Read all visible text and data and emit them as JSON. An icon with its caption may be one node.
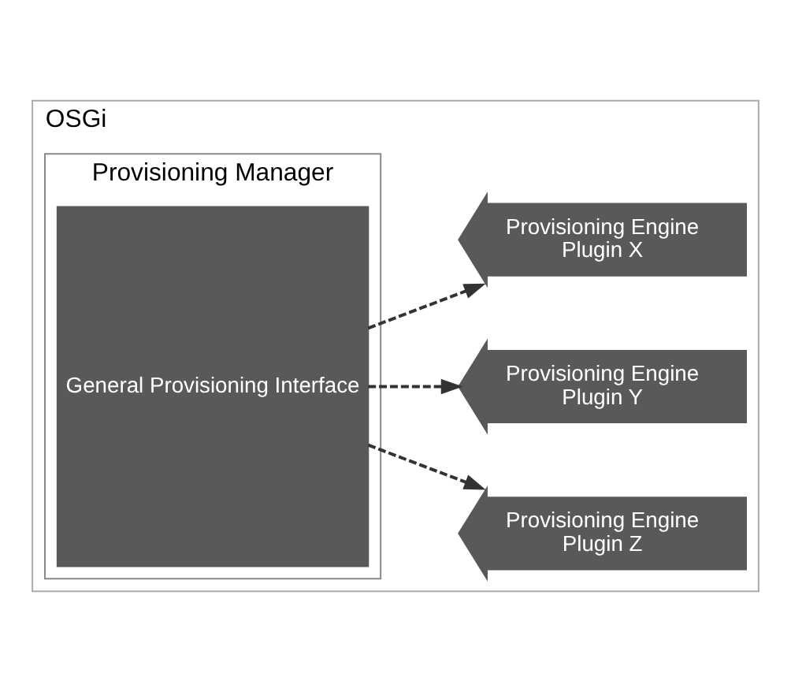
{
  "diagram": {
    "nodes": [
      {
        "text": [
          "OSGi"
        ]
      },
      {
        "text": [
          "Provisioning Manager"
        ],
        "in": 0
      },
      {
        "text": [
          "General Provisioning Interface"
        ],
        "in": 1
      },
      {
        "text": [
          "Provisioning Engine Plugin X"
        ],
        "in": 0
      },
      {
        "text": [
          "Provisioning Engine Plugin Y"
        ],
        "in": 0
      },
      {
        "text": [
          "Provisioning Engine Plugin Z"
        ],
        "in": 0
      }
    ],
    "edges": [
      {
        "from": 2,
        "to": 3,
        "arrow": "to",
        "style": "dashed"
      },
      {
        "from": 2,
        "to": 4,
        "arrow": "to",
        "style": "dashed"
      },
      {
        "from": 2,
        "to": 5,
        "arrow": "to",
        "style": "dashed"
      }
    ]
  }
}
